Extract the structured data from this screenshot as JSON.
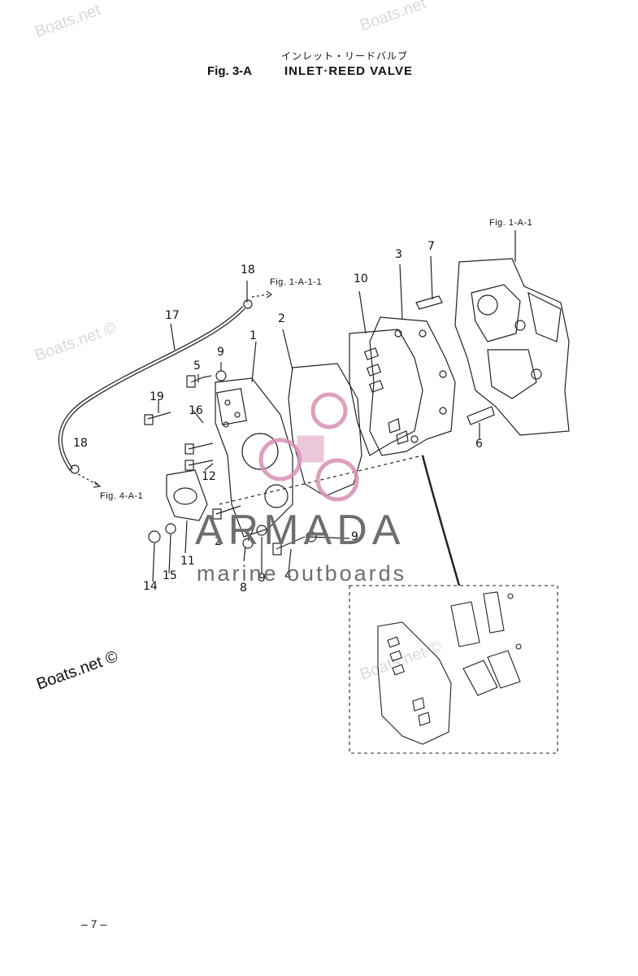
{
  "header": {
    "fig_label": "Fig. 3-A",
    "title_jp": "インレット・リードバルブ",
    "title_en": "INLET·REED VALVE"
  },
  "refs": {
    "fig_1a1": "Fig. 1-A-1",
    "fig_1a11": "Fig. 1-A-1-1",
    "fig_4a1": "Fig. 4-A-1"
  },
  "watermarks": {
    "boats_net": "Boats.net",
    "boats_net_c": "Boats.net ©"
  },
  "brand": {
    "name": "ARMADA",
    "tagline": "marine outboards"
  },
  "part_numbers": {
    "p1": "1",
    "p2a": "2",
    "p2b": "2",
    "p3": "3",
    "p4": "4",
    "p5": "5",
    "p6": "6",
    "p7": "7",
    "p8": "8",
    "p9a": "9",
    "p9b": "9",
    "p9c": "9",
    "p10": "10",
    "p11": "11",
    "p12": "12",
    "p14": "14",
    "p15": "15",
    "p16": "16",
    "p17": "17",
    "p18a": "18",
    "p18b": "18",
    "p19": "19"
  },
  "footer": {
    "page": "– 7 –"
  },
  "colors": {
    "line": "#222222",
    "logo_pink": "#d98fb4",
    "brand_gray": "#6e6e6e",
    "watermark": "#d9d9d9"
  }
}
